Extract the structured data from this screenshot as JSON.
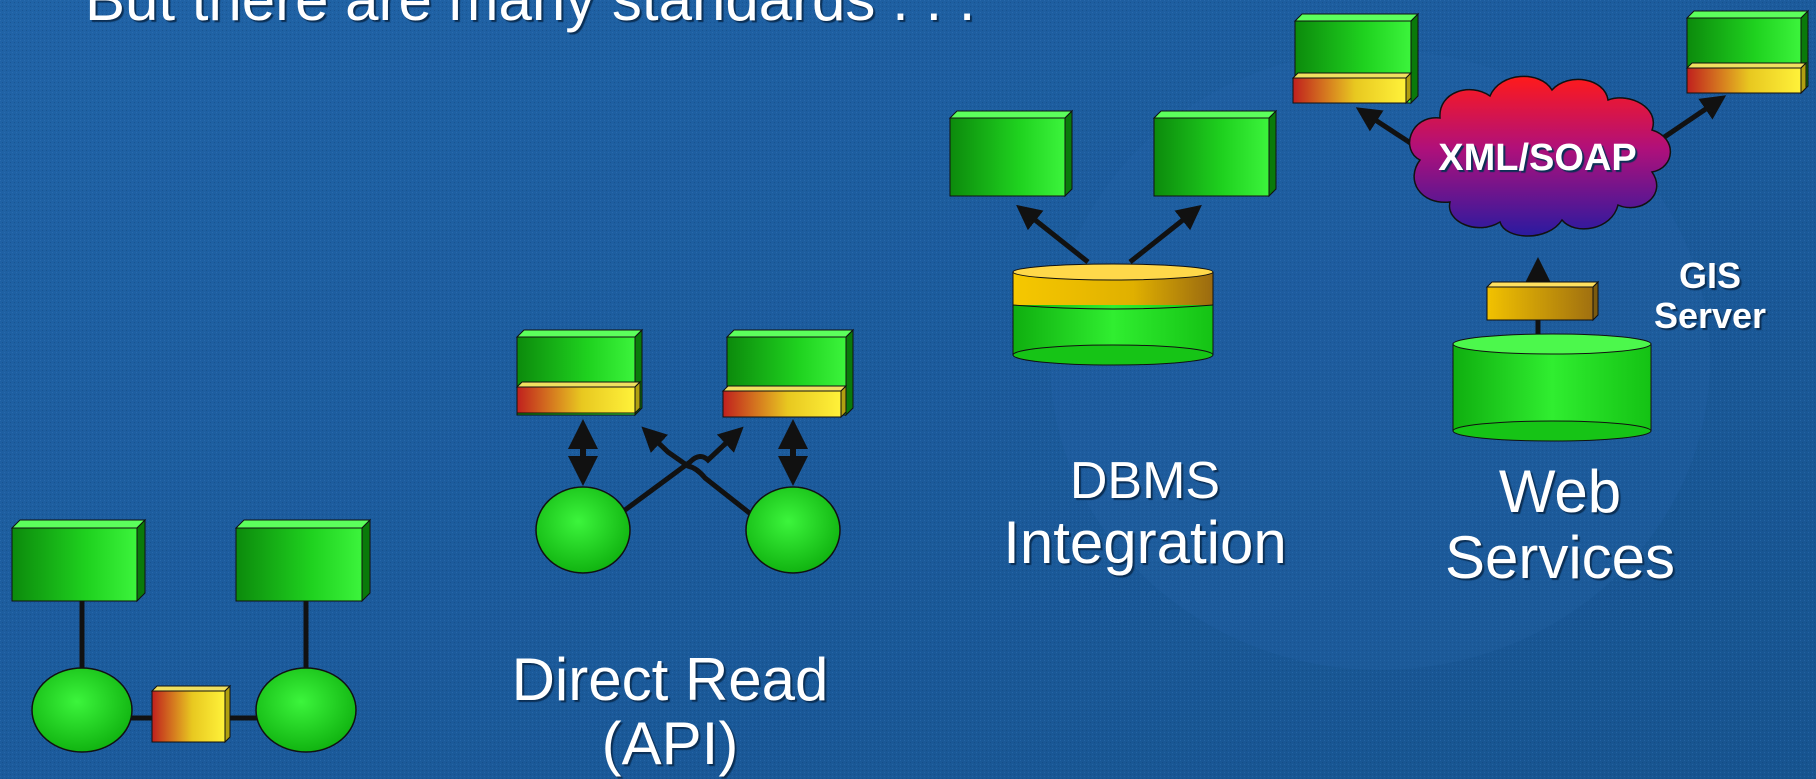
{
  "slide": {
    "title": "But there are many standards . . .",
    "labels": {
      "direct_read_line1": "Direct Read",
      "direct_read_line2": "(API)",
      "dbms_line1": "DBMS",
      "dbms_line2": "Integration",
      "web_line1": "Web",
      "web_line2": "Services",
      "cloud": "XML/SOAP",
      "gis_line1": "GIS",
      "gis_line2": "Server"
    },
    "colors": {
      "background": "#1a5a9a",
      "node_green": "#22e022",
      "connector": "#111111",
      "text": "#ffffff"
    }
  }
}
